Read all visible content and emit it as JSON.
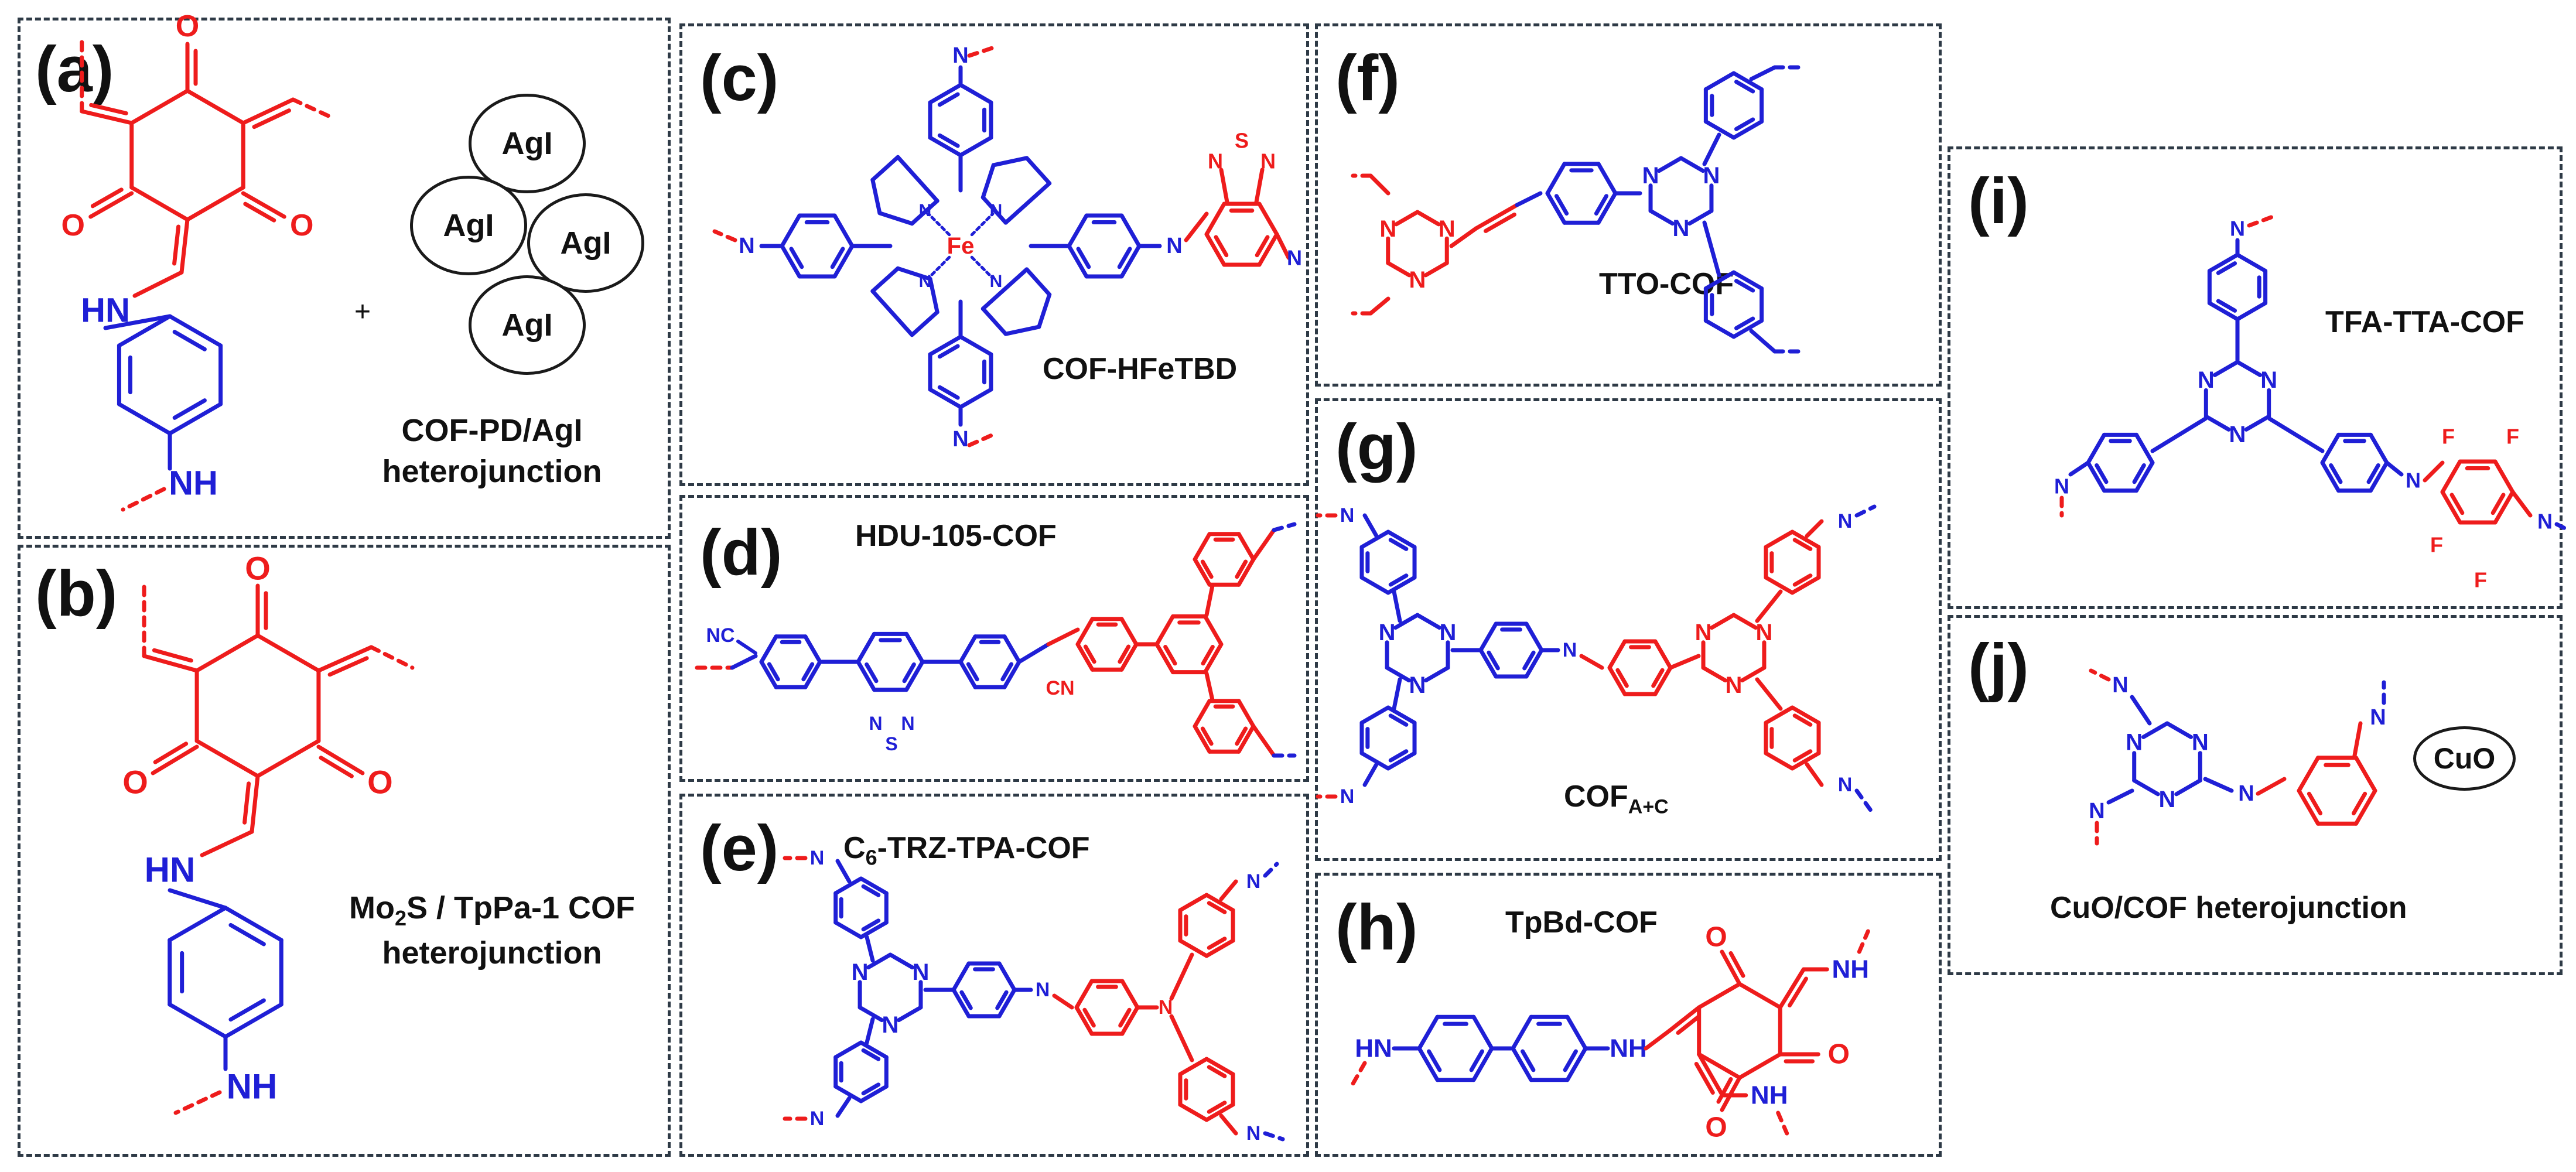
{
  "colors": {
    "donor": "#1f1fd6",
    "acceptor": "#ee1c1c",
    "frame": "#2e3a46"
  },
  "panels": [
    {
      "id": "a",
      "label": "(a)",
      "title_line1": "COF-PD/AgI",
      "title_line2": "heterojunction",
      "plus": "+",
      "particles": [
        "AgI",
        "AgI",
        "AgI",
        "AgI"
      ],
      "atoms": {
        "hn": "HN",
        "nh": "NH",
        "o": "O"
      }
    },
    {
      "id": "b",
      "label": "(b)",
      "title_line1_pre": "Mo",
      "title_line1_sub": "2",
      "title_line1_post": "S / TpPa-1 COF",
      "title_line2": "heterojunction",
      "atoms": {
        "hn": "HN",
        "nh": "NH",
        "o": "O"
      }
    },
    {
      "id": "c",
      "label": "(c)",
      "title": "COF-HFeTBD",
      "atoms": {
        "fe": "Fe",
        "n": "N",
        "s": "S"
      }
    },
    {
      "id": "d",
      "label": "(d)",
      "title": "HDU-105-COF",
      "atoms": {
        "nc": "NC",
        "cn": "CN",
        "n": "N",
        "s": "S"
      }
    },
    {
      "id": "e",
      "label": "(e)",
      "title_pre": "C",
      "title_sub": "6",
      "title_post": "-TRZ-TPA-COF",
      "atoms": {
        "n": "N"
      }
    },
    {
      "id": "f",
      "label": "(f)",
      "title": "TTO-COF",
      "atoms": {
        "n": "N"
      }
    },
    {
      "id": "g",
      "label": "(g)",
      "title_pre": "COF",
      "title_sub": "A+C",
      "atoms": {
        "n": "N"
      }
    },
    {
      "id": "h",
      "label": "(h)",
      "title": "TpBd-COF",
      "atoms": {
        "hn": "HN",
        "nh": "NH",
        "o": "O"
      }
    },
    {
      "id": "i",
      "label": "(i)",
      "title": "TFA-TTA-COF",
      "atoms": {
        "n": "N",
        "f": "F"
      }
    },
    {
      "id": "j",
      "label": "(j)",
      "title": "CuO/COF heterojunction",
      "particle": "CuO",
      "atoms": {
        "n": "N"
      }
    }
  ]
}
